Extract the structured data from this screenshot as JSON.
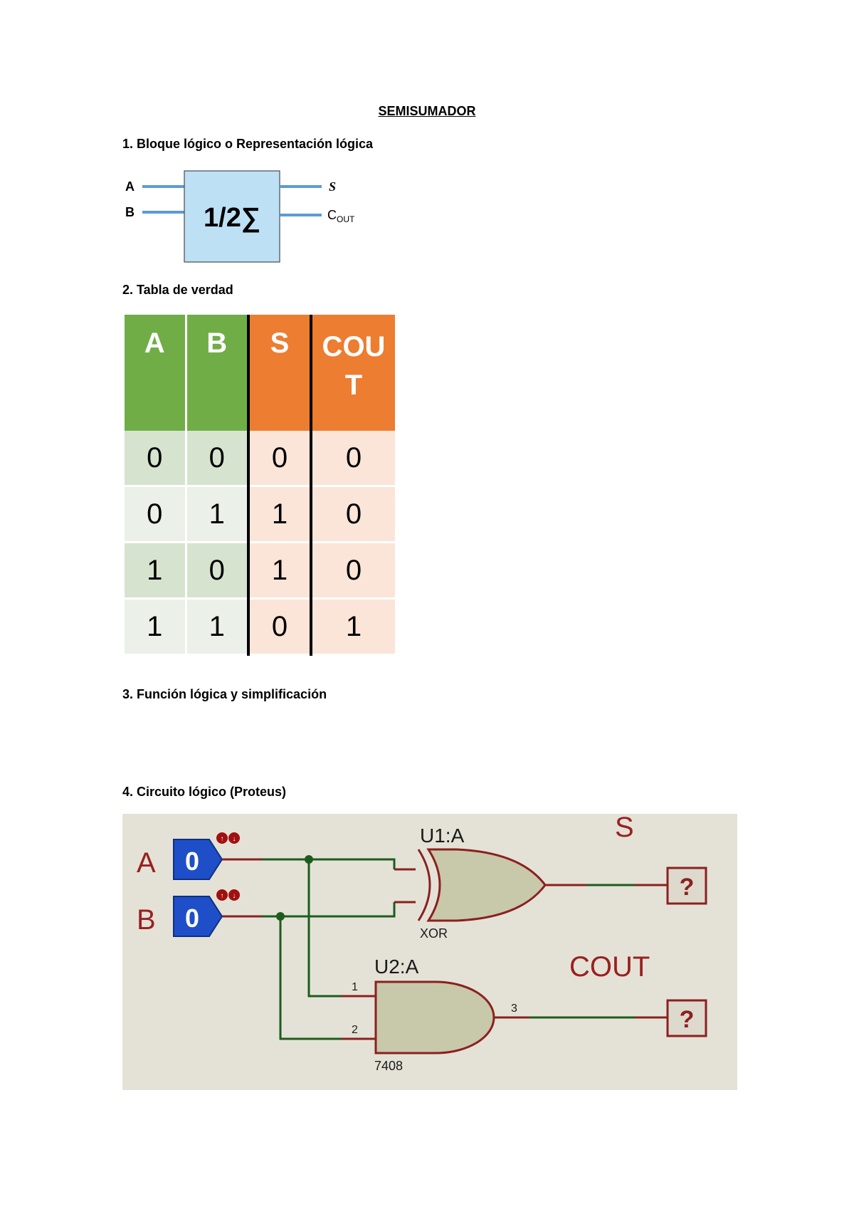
{
  "title": "SEMISUMADOR",
  "sections": [
    {
      "heading": "1. Bloque lógico o Representación lógica"
    },
    {
      "heading": "2. Tabla de verdad"
    },
    {
      "heading": "3. Función lógica y simplificación"
    },
    {
      "heading": "4. Circuito lógico (Proteus)"
    }
  ],
  "block": {
    "input_a": "A",
    "input_b": "B",
    "label": "1/2∑",
    "output_s": "S",
    "output_cout_main": "C",
    "output_cout_sub": "OUT"
  },
  "truth_table": {
    "headers": [
      "A",
      "B",
      "S"
    ],
    "cout_header_main": "C",
    "cout_header_sub": "OU",
    "cout_header_wrap": "T",
    "rows": [
      [
        "0",
        "0",
        "0",
        "0"
      ],
      [
        "0",
        "1",
        "1",
        "0"
      ],
      [
        "1",
        "0",
        "1",
        "0"
      ],
      [
        "1",
        "1",
        "0",
        "1"
      ]
    ]
  },
  "circuit": {
    "label_a": "A",
    "label_b": "B",
    "input_a_value": "0",
    "input_b_value": "0",
    "xor_ref": "U1:A",
    "xor_type": "XOR",
    "and_ref": "U2:A",
    "and_part": "7408",
    "and_pin1": "1",
    "and_pin2": "2",
    "and_pin3": "3",
    "output_s_label": "S",
    "output_cout_label": "COUT",
    "probe_s": "?",
    "probe_cout": "?"
  },
  "colors": {
    "header_green": "#70ad47",
    "header_orange": "#ed7d31",
    "block_fill": "#bde0f5",
    "block_wire": "#5b9bd5",
    "circuit_bg": "#e4e2d6",
    "gate_fill": "#c8c8aa",
    "gate_stroke": "#8b2020",
    "wire_green": "#1d5c1d",
    "input_blue": "#1e4fc8",
    "label_red": "#9a2020"
  }
}
